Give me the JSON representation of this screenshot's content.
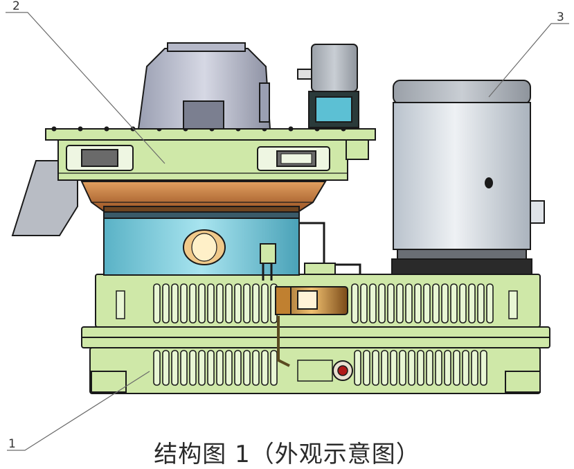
{
  "callouts": {
    "label_1": "1",
    "label_2": "2",
    "label_3": "3"
  },
  "caption": "结构图 1（外观示意图）",
  "colors": {
    "frame_green": "#cfe8a8",
    "housing_blue": "#7ccfe0",
    "ring_orange": "#c8743a",
    "motor_silver": "#d8dde4",
    "outline": "#1a1a1a"
  }
}
